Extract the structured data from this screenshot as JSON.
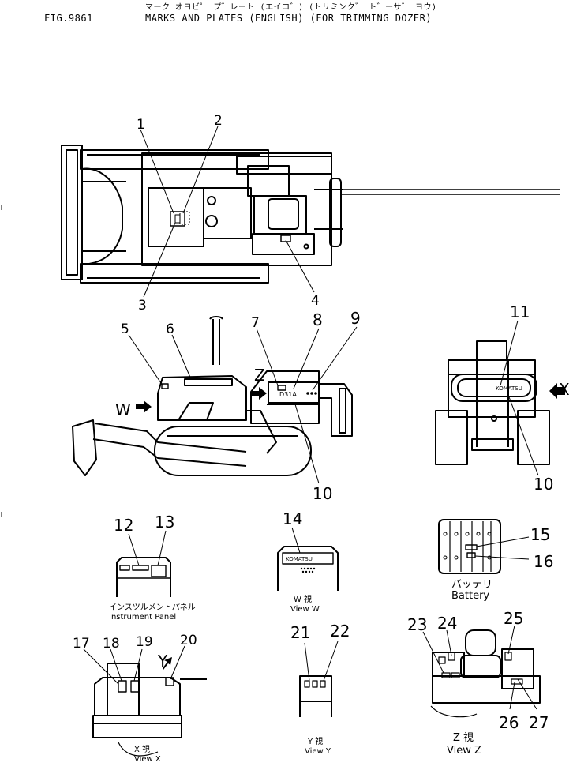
{
  "header": {
    "fig_number": "FIG.9861",
    "title_jp": "マーク オヨビ゜ プ゛レート (エイコ゛) (トリミンク゛ ト゛ーサ゛ ヨウ)",
    "title_en": "MARKS AND PLATES (ENGLISH) (FOR TRIMMING DOZER)"
  },
  "callouts": {
    "c1": "1",
    "c2": "2",
    "c3": "3",
    "c4": "4",
    "c5": "5",
    "c6": "6",
    "c7": "7",
    "c8": "8",
    "c9": "9",
    "c10a": "10",
    "c10b": "10",
    "c11": "11",
    "c12": "12",
    "c13": "13",
    "c14": "14",
    "c15": "15",
    "c16": "16",
    "c17": "17",
    "c18": "18",
    "c19": "19",
    "c20": "20",
    "c21": "21",
    "c22": "22",
    "c23": "23",
    "c24": "24",
    "c25": "25",
    "c26": "26",
    "c27": "27"
  },
  "view_arrows": {
    "w": "W",
    "z": "Z",
    "x": "X",
    "y": "Y"
  },
  "plates": {
    "model": "D31A",
    "brand_rear": "KOMATSU",
    "brand_front": "KOMATSU"
  },
  "captions": {
    "instrument_jp": "インスツルメントパネル",
    "instrument_en": "Instrument Panel",
    "view_w_jp": "W 視",
    "view_w_en": "View W",
    "battery_jp": "バッテリ",
    "battery_en": "Battery",
    "view_x_jp": "X 視",
    "view_x_en": "View X",
    "view_y_jp": "Y 視",
    "view_y_en": "View Y",
    "view_z_jp": "Z 視",
    "view_z_en": "View Z"
  },
  "colors": {
    "ink": "#000000",
    "paper": "#ffffff"
  }
}
